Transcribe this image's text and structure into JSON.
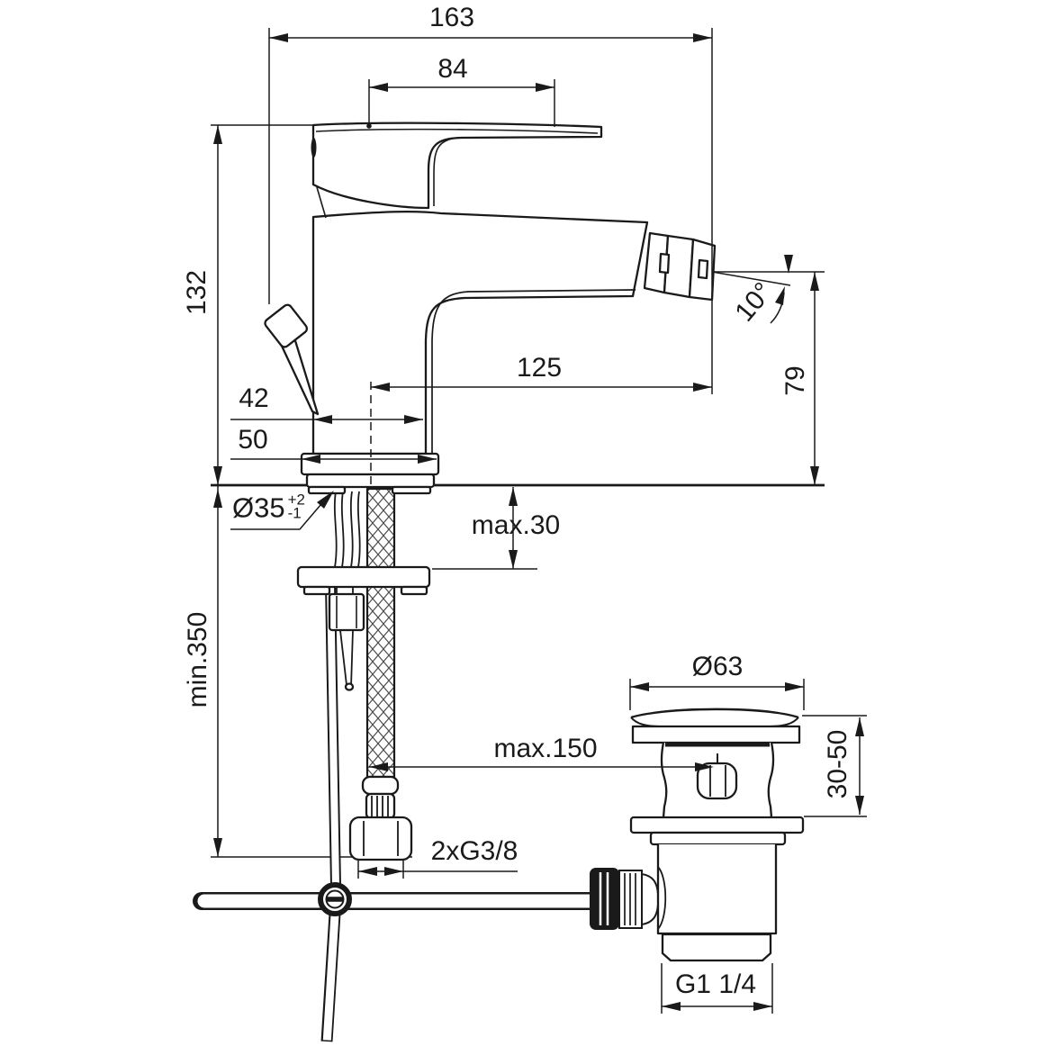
{
  "drawing": {
    "kind": "technical-dimension-drawing",
    "line_color": "#1a1a1a",
    "background": "#ffffff"
  },
  "labels": {
    "overall_length": "163",
    "handle_length": "84",
    "height_above_deck": "132",
    "body_width": "42",
    "base_width": "50",
    "spout_reach": "125",
    "spout_angle": "10°",
    "spout_outlet_height": "79",
    "hole_diameter": "Ø35",
    "hole_tolerance_plus": "+2",
    "hole_tolerance_minus": "-1",
    "max_deck_thickness": "max.30",
    "min_hose_length": "min.350",
    "max_rod_length": "max.150",
    "waste_flange_diameter": "Ø63",
    "clamping_range": "30-50",
    "supply_connection": "2xG3/8",
    "waste_connection": "G1 1/4"
  }
}
